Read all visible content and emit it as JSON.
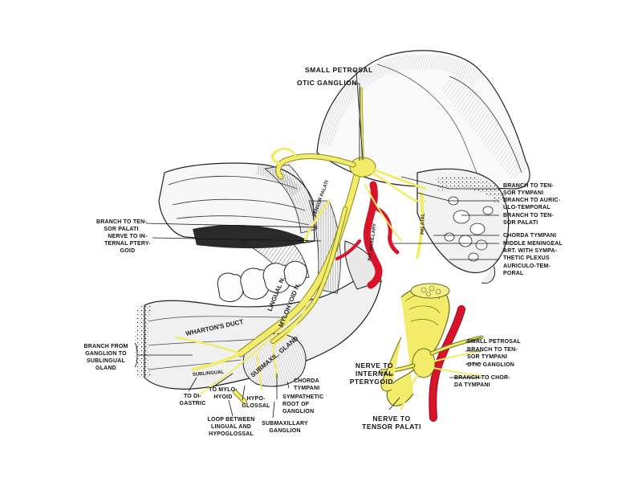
{
  "labels": {
    "small_petrosal_top": "SMALL PETROSAL",
    "otic_ganglion_top": "OTIC GANGLION",
    "branch_tensor_tympani": [
      "BRANCH TO TEN-",
      "SOR TYMPANI"
    ],
    "branch_auriculotemporal": [
      "BRANCH TO AURIC-",
      "ULO-TEMPORAL"
    ],
    "branch_tensor_palati_right": [
      "BRANCH TO TEN-",
      "SOR PALATI"
    ],
    "chorda_tympani_right": "CHORDA TYMPANI",
    "middle_meningeal": [
      "MIDDLE MENINGEAL",
      "ART. WITH SYMPA-",
      "THETIC PLEXUS"
    ],
    "auriculotemporal": [
      "AURICULO-TEM-",
      "PORAL"
    ],
    "branch_tensor_palati_left": [
      "BRANCH TO TEN-",
      "SOR PALATI"
    ],
    "nerve_internal_pterygoid_left": [
      "NERVE TO IN-",
      "TERNAL PTERY-",
      "GOID"
    ],
    "branch_sublingual": [
      "BRANCH FROM",
      "GANGLION TO",
      "SUBLINGUAL",
      "GLAND"
    ],
    "to_digastric": [
      "TO DI-",
      "GASTRIC"
    ],
    "to_mylohyoid": [
      "TO MYLO-",
      "HYOID"
    ],
    "hypoglossal": [
      "HYPO-",
      "GLOSSAL"
    ],
    "loop_lingual_hypoglossal": [
      "LOOP BETWEEN",
      "LINGUAL AND",
      "HYPOGLOSSAL"
    ],
    "chorda_tympani_bottom": [
      "CHORDA",
      "TYMPANI"
    ],
    "sympathetic_root": [
      "SYMPATHETIC",
      "ROOT OF",
      "GANGLION"
    ],
    "submaxillary_ganglion": [
      "SUBMAXILLARY",
      "GANGLION"
    ],
    "nerve_internal_pterygoid_inset": [
      "NERVE TO",
      "INTERNAL",
      "PTERYGOID"
    ],
    "nerve_tensor_palati_inset": [
      "NERVE TO",
      "TENSOR PALATI"
    ],
    "small_petrosal_inset": "SMALL PETROSAL",
    "branch_tensor_tympani_inset": [
      "BRANCH TO TEN-",
      "SOR TYMPANI"
    ],
    "otic_ganglion_inset": "OTIC GANGLION",
    "branch_chorda_tympani_inset": [
      "BRANCH TO CHOR-",
      "DA TYMPANI"
    ]
  },
  "inline_labels": {
    "lingual_n": "LINGUAL N.",
    "mylohyoid_n": "MYLOHYOID N.",
    "whartons_duct": "WHARTON'S DUCT",
    "submaxillary_gland": "SUBMAXIL. GLAND",
    "internal_maxillary": "INT. MAXILLARY",
    "tensor_palati_muscle": "TENSOR PALATI",
    "palatal": "PALATAL",
    "sublingual": "SUBLINGUAL"
  },
  "colors": {
    "nerve": "#f2ec6a",
    "nerve_outline": "#8a8a20",
    "artery": "#d8142a",
    "artery_dark": "#a00b1e",
    "ink": "#1b1b1b",
    "bone": "#f4f4f4"
  }
}
